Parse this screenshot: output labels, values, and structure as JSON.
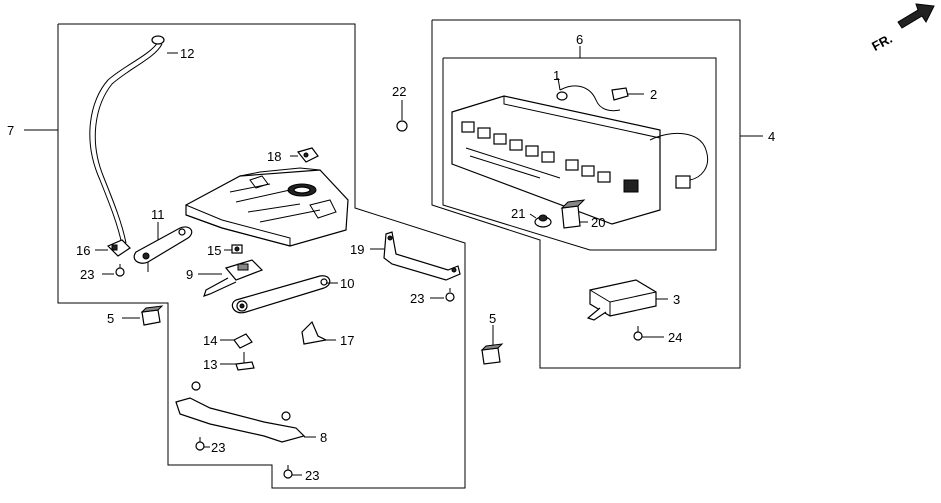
{
  "diagram": {
    "orientation_label": "FR.",
    "callouts": {
      "c1": "1",
      "c2": "2",
      "c3": "3",
      "c4": "4",
      "c5a": "5",
      "c5b": "5",
      "c6": "6",
      "c7": "7",
      "c8": "8",
      "c9": "9",
      "c10": "10",
      "c11": "11",
      "c12": "12",
      "c13": "13",
      "c14": "14",
      "c15": "15",
      "c16": "16",
      "c17": "17",
      "c18": "18",
      "c19": "19",
      "c20": "20",
      "c21": "21",
      "c22": "22",
      "c23a": "23",
      "c23b": "23",
      "c23c": "23",
      "c23d": "23",
      "c24": "24"
    }
  },
  "colors": {
    "line": "#000000",
    "background": "#ffffff",
    "fill_dark": "#222222",
    "fill_mid": "#888888"
  }
}
